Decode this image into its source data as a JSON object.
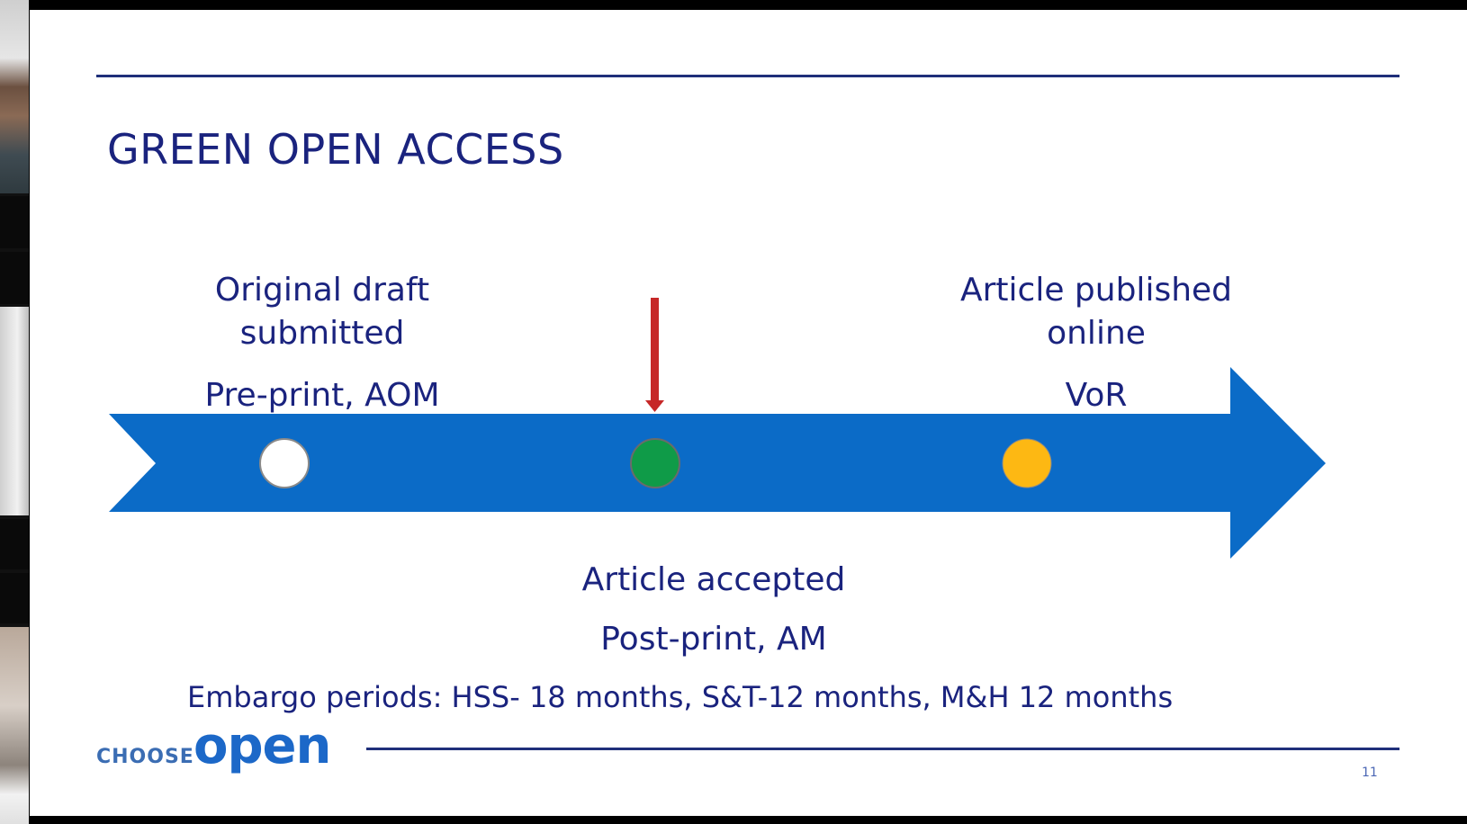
{
  "slide": {
    "title": "GREEN OPEN ACCESS",
    "page_number": "11",
    "embargo_text": "Embargo periods: HSS- 18 months, S&T-12 months, M&H 12 months",
    "logo": {
      "choose": "CHOOSE",
      "open": "open"
    }
  },
  "milestones": {
    "draft": {
      "line1": "Original draft",
      "line2": "submitted",
      "sub": "Pre-print, AOM",
      "dot_color": "#ffffff"
    },
    "accepted": {
      "line1": "Article accepted",
      "sub": "Post-print, AM",
      "dot_color": "#0f9b48"
    },
    "published": {
      "line1": "Article published",
      "line2": "online",
      "sub": "VoR",
      "dot_color": "#fdb813"
    }
  },
  "colors": {
    "arrow": "#0b6bc7",
    "marker": "#c62828",
    "text": "#1a237e",
    "rule": "#1f2f7a"
  }
}
